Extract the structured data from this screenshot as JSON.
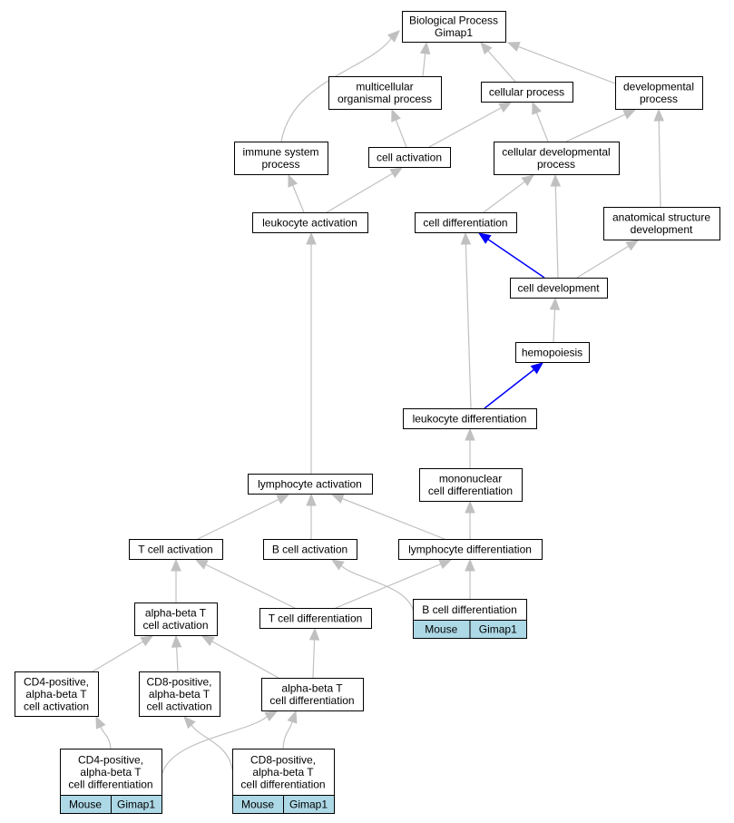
{
  "colors": {
    "default_edge": "#c0c0c0",
    "highlight_edge": "#0000ff",
    "annotation_cell": "#add8e6"
  },
  "nodes": [
    {
      "id": "bp",
      "lines": [
        "Biological Process",
        "Gimap1"
      ]
    },
    {
      "id": "mop",
      "lines": [
        "multicellular",
        "organismal process"
      ]
    },
    {
      "id": "cp",
      "lines": [
        "cellular process"
      ]
    },
    {
      "id": "dp",
      "lines": [
        "developmental",
        "process"
      ]
    },
    {
      "id": "isp",
      "lines": [
        "immune system",
        "process"
      ]
    },
    {
      "id": "ca",
      "lines": [
        "cell activation"
      ]
    },
    {
      "id": "cdp",
      "lines": [
        "cellular developmental",
        "process"
      ]
    },
    {
      "id": "la",
      "lines": [
        "leukocyte activation"
      ]
    },
    {
      "id": "cdiff",
      "lines": [
        "cell differentiation"
      ]
    },
    {
      "id": "asd",
      "lines": [
        "anatomical structure",
        "development"
      ]
    },
    {
      "id": "cdev",
      "lines": [
        "cell development"
      ]
    },
    {
      "id": "hemo",
      "lines": [
        "hemopoiesis"
      ]
    },
    {
      "id": "ld",
      "lines": [
        "leukocyte differentiation"
      ]
    },
    {
      "id": "lyma",
      "lines": [
        "lymphocyte activation"
      ]
    },
    {
      "id": "mcd",
      "lines": [
        "mononuclear",
        "cell differentiation"
      ]
    },
    {
      "id": "tca",
      "lines": [
        "T cell activation"
      ]
    },
    {
      "id": "bca",
      "lines": [
        "B cell activation"
      ]
    },
    {
      "id": "lymd",
      "lines": [
        "lymphocyte differentiation"
      ]
    },
    {
      "id": "abta",
      "lines": [
        "alpha-beta T",
        "cell activation"
      ]
    },
    {
      "id": "tcd",
      "lines": [
        "T cell differentiation"
      ]
    },
    {
      "id": "bcd",
      "lines": [
        "B cell differentiation"
      ],
      "cells": [
        "Mouse",
        "Gimap1"
      ]
    },
    {
      "id": "cd4a",
      "lines": [
        "CD4-positive,",
        "alpha-beta T",
        "cell activation"
      ]
    },
    {
      "id": "cd8a",
      "lines": [
        "CD8-positive,",
        "alpha-beta T",
        "cell activation"
      ]
    },
    {
      "id": "abtd",
      "lines": [
        "alpha-beta T",
        "cell differentiation"
      ]
    },
    {
      "id": "cd4d",
      "lines": [
        "CD4-positive,",
        "alpha-beta T",
        "cell differentiation"
      ],
      "cells": [
        "Mouse",
        "Gimap1"
      ]
    },
    {
      "id": "cd8d",
      "lines": [
        "CD8-positive,",
        "alpha-beta T",
        "cell differentiation"
      ],
      "cells": [
        "Mouse",
        "Gimap1"
      ]
    }
  ],
  "edges": [
    {
      "from": "mop",
      "to": "bp"
    },
    {
      "from": "cp",
      "to": "bp"
    },
    {
      "from": "dp",
      "to": "bp"
    },
    {
      "from": "isp",
      "to": "bp"
    },
    {
      "from": "ca",
      "to": "mop"
    },
    {
      "from": "ca",
      "to": "cp"
    },
    {
      "from": "cdp",
      "to": "cp"
    },
    {
      "from": "cdp",
      "to": "dp"
    },
    {
      "from": "la",
      "to": "isp"
    },
    {
      "from": "la",
      "to": "ca"
    },
    {
      "from": "cdiff",
      "to": "cdp"
    },
    {
      "from": "cdev",
      "to": "cdiff",
      "highlight": true
    },
    {
      "from": "cdev",
      "to": "cdp"
    },
    {
      "from": "cdev",
      "to": "asd"
    },
    {
      "from": "asd",
      "to": "dp"
    },
    {
      "from": "hemo",
      "to": "cdev"
    },
    {
      "from": "ld",
      "to": "hemo",
      "highlight": true
    },
    {
      "from": "ld",
      "to": "cdiff"
    },
    {
      "from": "mcd",
      "to": "ld"
    },
    {
      "from": "lyma",
      "to": "la"
    },
    {
      "from": "tca",
      "to": "lyma"
    },
    {
      "from": "bca",
      "to": "lyma"
    },
    {
      "from": "lymd",
      "to": "lyma"
    },
    {
      "from": "lymd",
      "to": "mcd"
    },
    {
      "from": "abta",
      "to": "tca"
    },
    {
      "from": "tcd",
      "to": "tca"
    },
    {
      "from": "tcd",
      "to": "lymd"
    },
    {
      "from": "bcd",
      "to": "bca"
    },
    {
      "from": "bcd",
      "to": "lymd"
    },
    {
      "from": "cd4a",
      "to": "abta"
    },
    {
      "from": "cd8a",
      "to": "abta"
    },
    {
      "from": "abtd",
      "to": "abta"
    },
    {
      "from": "abtd",
      "to": "tcd"
    },
    {
      "from": "cd4d",
      "to": "cd4a"
    },
    {
      "from": "cd4d",
      "to": "abtd"
    },
    {
      "from": "cd8d",
      "to": "cd8a"
    },
    {
      "from": "cd8d",
      "to": "abtd"
    }
  ]
}
